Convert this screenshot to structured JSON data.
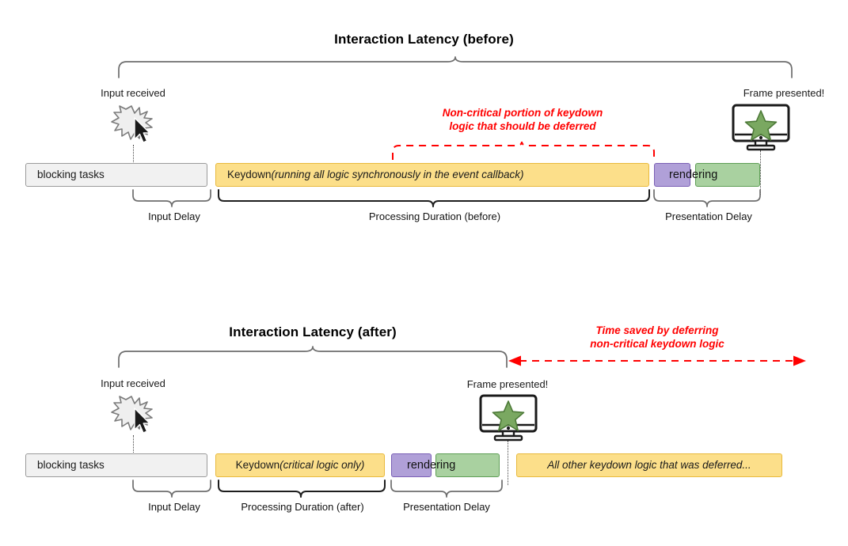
{
  "page": {
    "background": "#ffffff",
    "accent_red": "#ff0000",
    "yellow": "#fcdf8a",
    "purple": "#b0a0d8",
    "green": "#a9d1a0",
    "grey": "#f1f1f1"
  },
  "before": {
    "title": "Interaction Latency (before)",
    "input_label": "Input received",
    "frame_label": "Frame presented!",
    "annotation": "Non-critical portion of keydown\nlogic that should be deferred",
    "bars": {
      "blocking": "blocking tasks",
      "keydown_main": "Keydown ",
      "keydown_detail": "(running all logic synchronously in the event callback)",
      "rendering": "rendering"
    },
    "brace_labels": [
      "Input Delay",
      "Processing Duration (before)",
      "Presentation Delay"
    ]
  },
  "after": {
    "title": "Interaction Latency (after)",
    "input_label": "Input received",
    "frame_label": "Frame presented!",
    "annotation": "Time saved by deferring\nnon-critical keydown logic",
    "bars": {
      "blocking": "blocking tasks",
      "keydown_main": "Keydown ",
      "keydown_detail": "(critical logic only)",
      "rendering": "rendering",
      "deferred": "All other keydown logic that was deferred..."
    },
    "brace_labels": [
      "Input Delay",
      "Processing Duration (after)",
      "Presentation Delay"
    ]
  },
  "icons": {
    "spark": "spark-burst-icon",
    "cursor": "mouse-cursor-icon",
    "monitor": "monitor-star-icon"
  }
}
